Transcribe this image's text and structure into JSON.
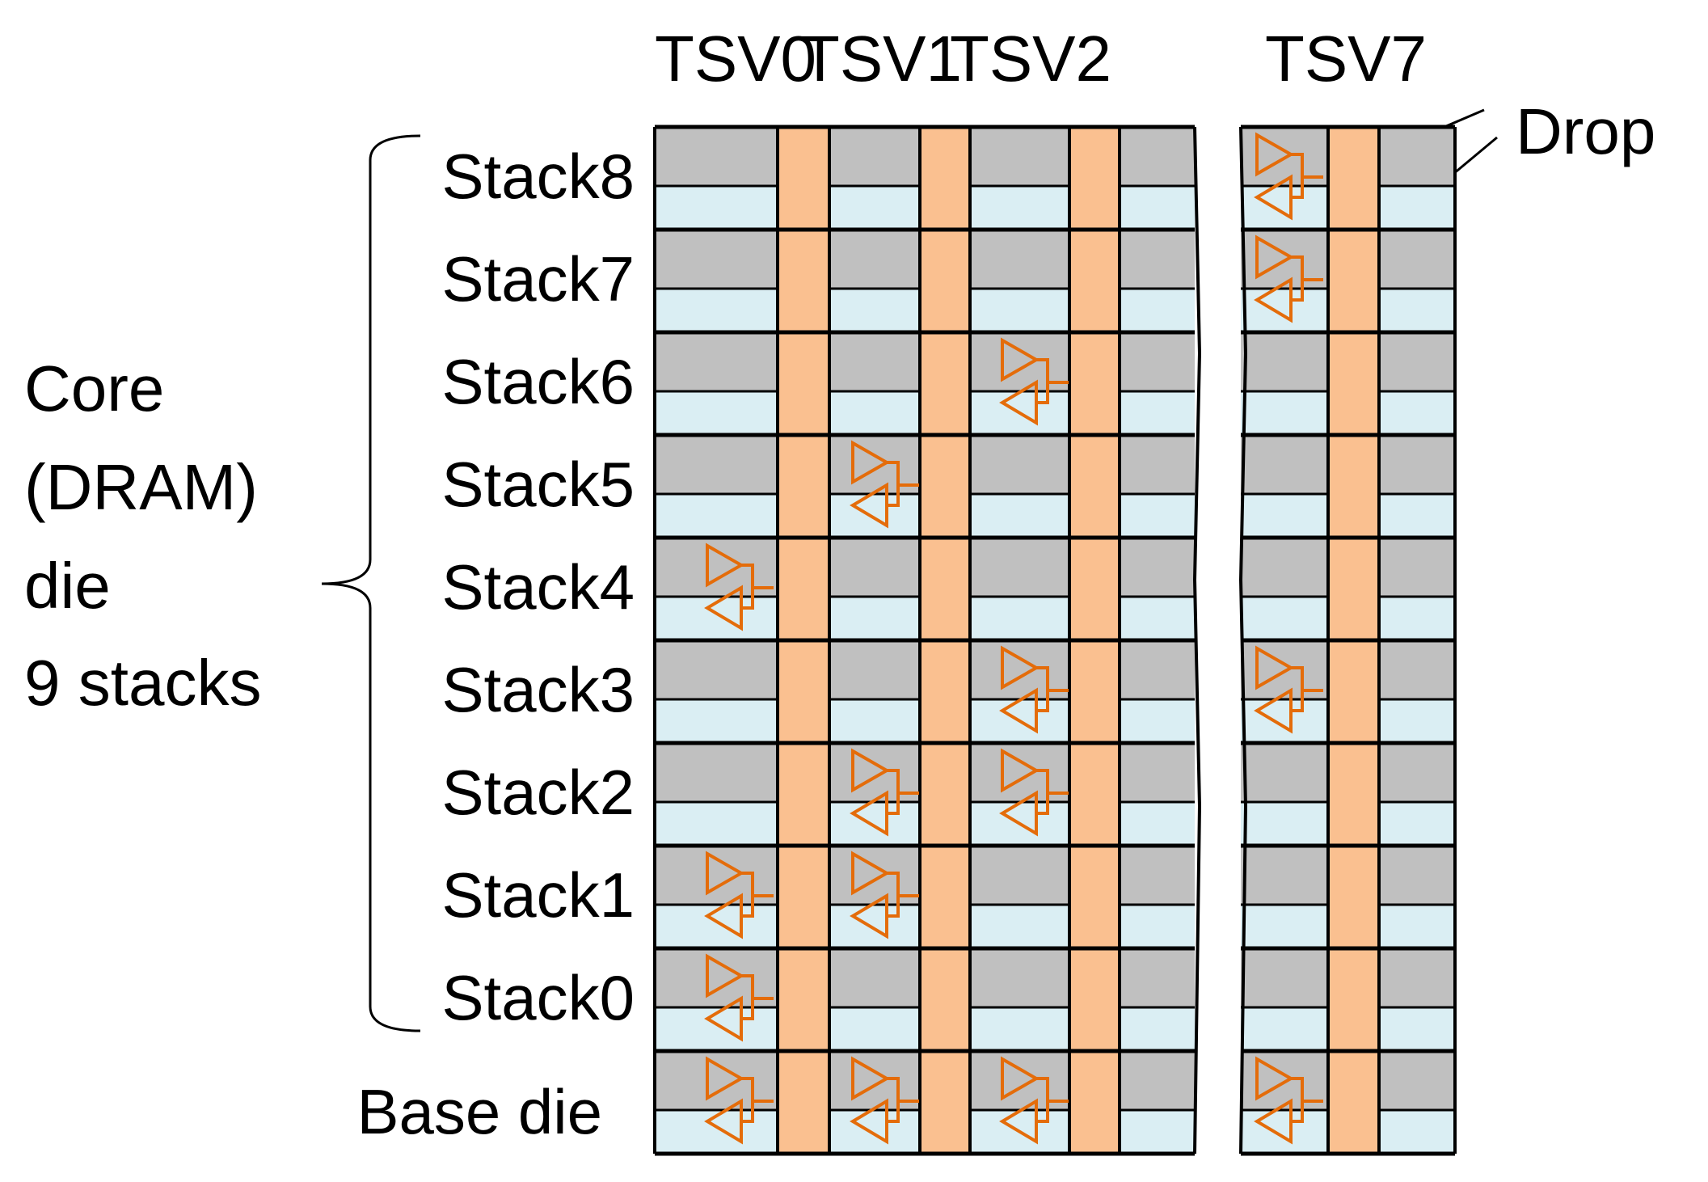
{
  "tsv_labels": [
    "TSV0",
    "TSV1",
    "TSV2",
    "TSV7"
  ],
  "drop_label": "Drop",
  "group_label_lines": [
    "Core",
    "(DRAM)",
    "die",
    "9 stacks"
  ],
  "stacks": [
    {
      "label": "Stack8",
      "buffers": [
        false,
        false,
        false,
        true
      ]
    },
    {
      "label": "Stack7",
      "buffers": [
        false,
        false,
        false,
        true
      ]
    },
    {
      "label": "Stack6",
      "buffers": [
        false,
        false,
        true,
        false
      ]
    },
    {
      "label": "Stack5",
      "buffers": [
        false,
        true,
        false,
        false
      ]
    },
    {
      "label": "Stack4",
      "buffers": [
        true,
        false,
        false,
        false
      ]
    },
    {
      "label": "Stack3",
      "buffers": [
        false,
        false,
        true,
        true
      ]
    },
    {
      "label": "Stack2",
      "buffers": [
        false,
        true,
        true,
        false
      ]
    },
    {
      "label": "Stack1",
      "buffers": [
        true,
        true,
        false,
        false
      ]
    },
    {
      "label": "Stack0",
      "buffers": [
        true,
        false,
        false,
        false
      ]
    },
    {
      "label": "Base die",
      "buffers": [
        true,
        true,
        true,
        true
      ]
    }
  ],
  "colors": {
    "gray": "#c0c0c0",
    "light_blue": "#daeef3",
    "tsv_orange": "#fac090",
    "buffer_orange": "#e46c0a",
    "grid_line": "#000000"
  }
}
